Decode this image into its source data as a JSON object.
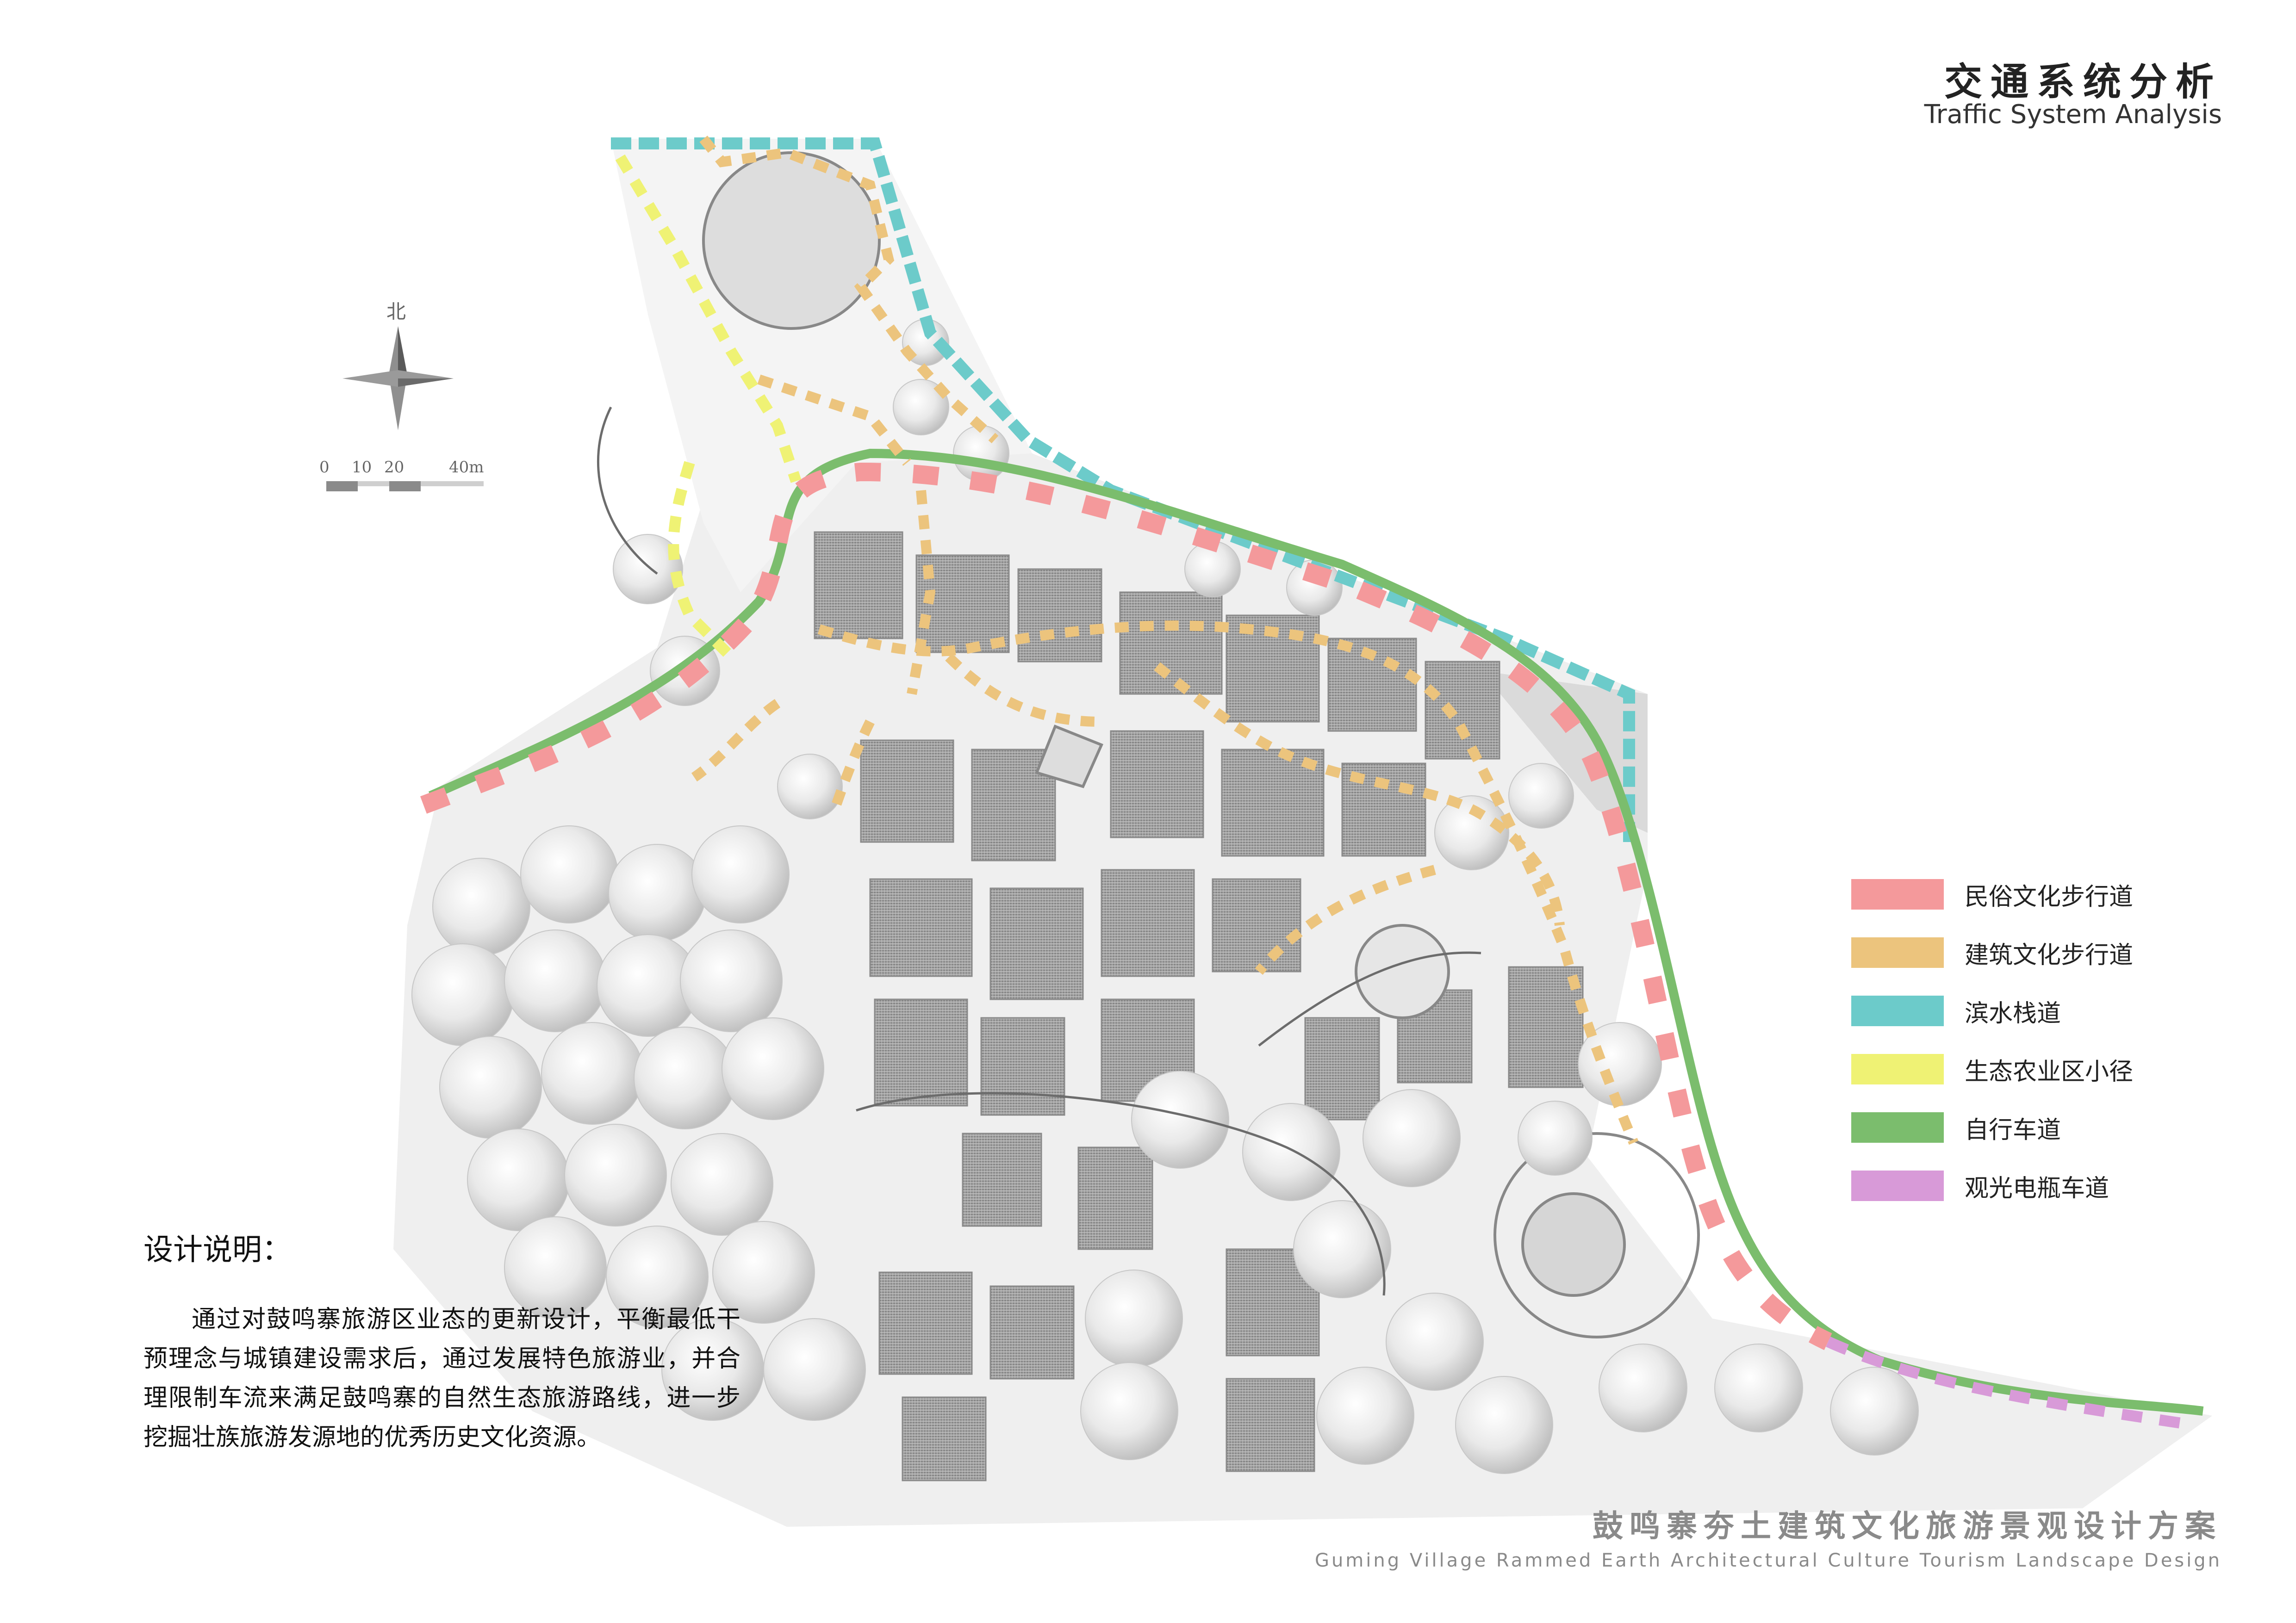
{
  "header": {
    "title_cn": "交通系统分析",
    "title_en": "Traffic System Analysis"
  },
  "compass": {
    "north_label": "北",
    "scale_marks": [
      "0",
      "10",
      "20",
      "40m"
    ]
  },
  "legend": {
    "items": [
      {
        "label": "民俗文化步行道",
        "color": "#f4999b"
      },
      {
        "label": "建筑文化步行道",
        "color": "#ecc47d"
      },
      {
        "label": "滨水栈道",
        "color": "#6ccbca"
      },
      {
        "label": "生态农业区小径",
        "color": "#eff274"
      },
      {
        "label": "自行车道",
        "color": "#7bbd6d"
      },
      {
        "label": "观光电瓶车道",
        "color": "#d89ad8"
      }
    ]
  },
  "notes": {
    "title": "设计说明：",
    "body": "通过对鼓鸣寨旅游区业态的更新设计，平衡最低干预理念与城镇建设需求后，通过发展特色旅游业，并合理限制车流来满足鼓鸣寨的自然生态旅游路线，进一步挖掘壮族旅游发源地的优秀历史文化资源。"
  },
  "footer": {
    "title_cn": "鼓鸣寨夯土建筑文化旅游景观设计方案",
    "title_en": "Guming Village Rammed Earth Architectural Culture Tourism Landscape Design"
  }
}
